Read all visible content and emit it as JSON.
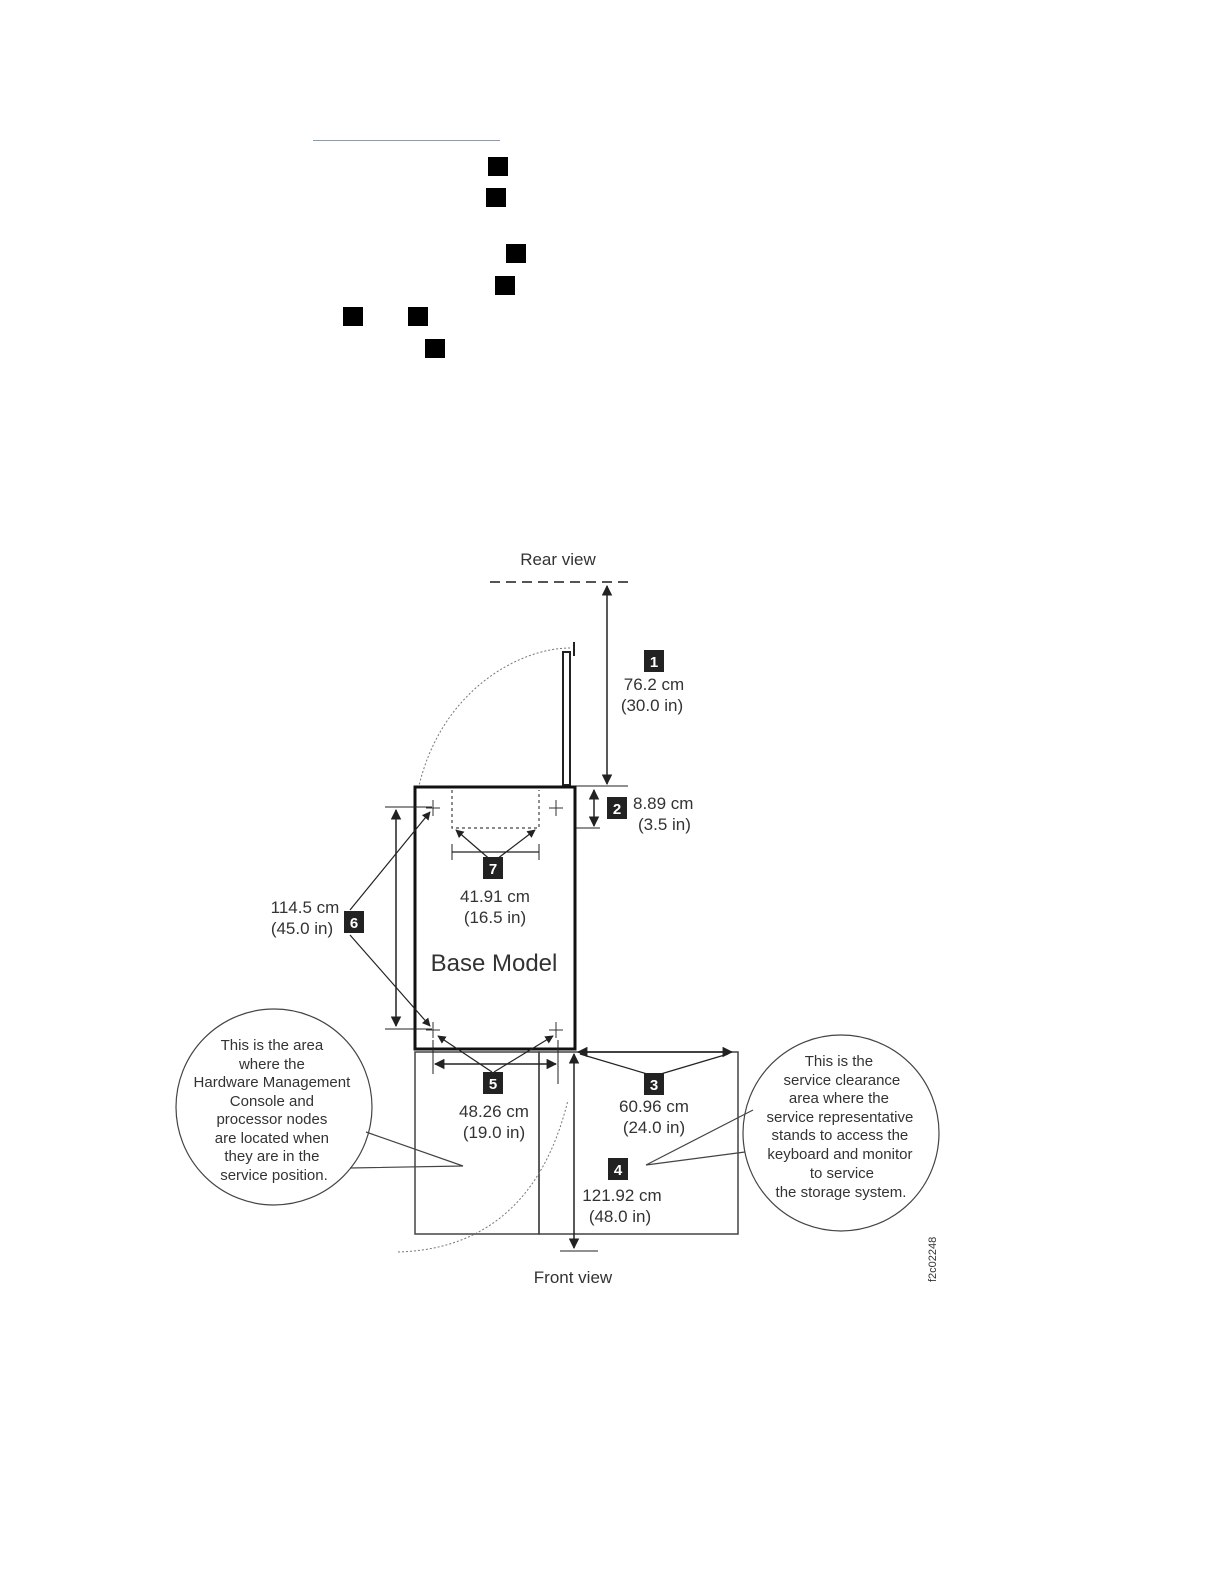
{
  "diagram": {
    "rear_label": "Rear view",
    "front_label": "Front view",
    "base_label": "Base Model",
    "figure_id": "f2c02248",
    "callouts": [
      {
        "num": "1",
        "metric": "76.2 cm",
        "imperial": "(30.0 in)"
      },
      {
        "num": "2",
        "metric": "8.89 cm",
        "imperial": "(3.5 in)"
      },
      {
        "num": "3",
        "metric": "60.96 cm",
        "imperial": "(24.0 in)"
      },
      {
        "num": "4",
        "metric": "121.92 cm",
        "imperial": "(48.0 in)"
      },
      {
        "num": "5",
        "metric": "48.26 cm",
        "imperial": "(19.0 in)"
      },
      {
        "num": "6",
        "metric": "114.5 cm",
        "imperial": "(45.0 in)"
      },
      {
        "num": "7",
        "metric": "41.91 cm",
        "imperial": "(16.5 in)"
      }
    ],
    "left_note": [
      "This is the area",
      "where the",
      "Hardware Management",
      "Console and",
      "processor nodes",
      "are located when",
      "they are in the",
      "service position."
    ],
    "right_note": [
      "This is the",
      "service clearance",
      "area where the",
      "service representative",
      "stands to access the",
      "keyboard and monitor",
      "to service",
      "the storage system."
    ]
  }
}
